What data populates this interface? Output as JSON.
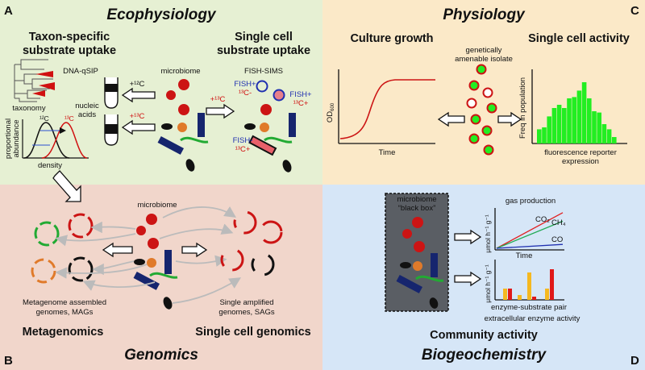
{
  "colors": {
    "panel_a": "#e6f0d3",
    "panel_b": "#f1d6cb",
    "panel_c": "#fbe9c8",
    "panel_d": "#d6e6f7",
    "red": "#cc1414",
    "orange": "#e07a2a",
    "green": "#22aa33",
    "navy": "#16256e",
    "bright_green": "#22ee22",
    "yellow": "#f5b820"
  },
  "panel_a": {
    "letter": "A",
    "title": "Ecophysiology",
    "left_heading": [
      "Taxon-specific",
      "substrate uptake"
    ],
    "right_heading": [
      "Single cell",
      "substrate uptake"
    ],
    "dna_qsip": "DNA-qSIP",
    "taxonomy": "taxonomy",
    "nucleic_acids": [
      "nucleic",
      "acids"
    ],
    "plus12c": "+¹²C",
    "plus13c": "+¹³C",
    "microbiome": "microbiome",
    "fish_sims": "FISH-SIMS",
    "plus13c_right": "+¹³C",
    "fish_plus_13c_minus": [
      "FISH+",
      "¹³C-"
    ],
    "fish_plus_13c_plus": [
      "FISH+",
      "¹³C+"
    ],
    "fish_minus_13c_plus": [
      "FISH-",
      "¹³C+"
    ],
    "density": "density",
    "y_axis": [
      "proportional",
      "abundance"
    ],
    "peak12": "¹²C",
    "peak13": "¹³C"
  },
  "panel_b": {
    "letter": "B",
    "title": "Genomics",
    "left_section": "Metagenomics",
    "right_section": "Single cell genomics",
    "microbiome": "microbiome",
    "left_caption": [
      "Metagenome assembled",
      "genomes, MAGs"
    ],
    "right_caption": [
      "Single amplified",
      "genomes, SAGs"
    ]
  },
  "panel_c": {
    "letter": "C",
    "title": "Physiology",
    "left_heading": "Culture growth",
    "right_heading": "Single cell activity",
    "isolate": [
      "genetically",
      "amenable isolate"
    ],
    "y_axis_left": "OD",
    "y_axis_left_sub": "600",
    "x_axis_left": "Time",
    "y_axis_right": "Freq in population",
    "x_axis_right": [
      "fluorescence reporter",
      "expression"
    ],
    "histogram": [
      0.22,
      0.25,
      0.42,
      0.55,
      0.6,
      0.55,
      0.7,
      0.72,
      0.82,
      0.95,
      0.7,
      0.5,
      0.48,
      0.3,
      0.22,
      0.1
    ]
  },
  "panel_d": {
    "letter": "D",
    "title": "Biogeochemistry",
    "section": "Community activity",
    "blackbox": [
      "microbiome",
      "“black box”"
    ],
    "gas_title": "gas production",
    "gas_y": "μmol h⁻¹ g⁻¹",
    "gas_x": "Time",
    "gas_lines": [
      {
        "label": "CO₂",
        "color": "#e02020",
        "end": 0.92
      },
      {
        "label": "CH₄",
        "color": "#22aa55",
        "end": 0.7
      },
      {
        "label": "CO",
        "color": "#2030b0",
        "end": 0.1
      }
    ],
    "enzyme_y": "μmol h⁻¹ g⁻¹",
    "enzyme_x": "enzyme-substrate pair",
    "enzyme_caption": "extracellular enzyme activity",
    "enzyme_bars": [
      {
        "color": "#f5b820",
        "value": 0.35
      },
      {
        "color": "#e01818",
        "value": 0.35
      },
      {
        "color": "#f5b820",
        "value": 0.15
      },
      {
        "color": "#f5b820",
        "value": 0.85
      },
      {
        "color": "#e01818",
        "value": 0.1
      },
      {
        "color": "#f5b820",
        "value": 0.35
      },
      {
        "color": "#e01818",
        "value": 0.95
      }
    ]
  }
}
